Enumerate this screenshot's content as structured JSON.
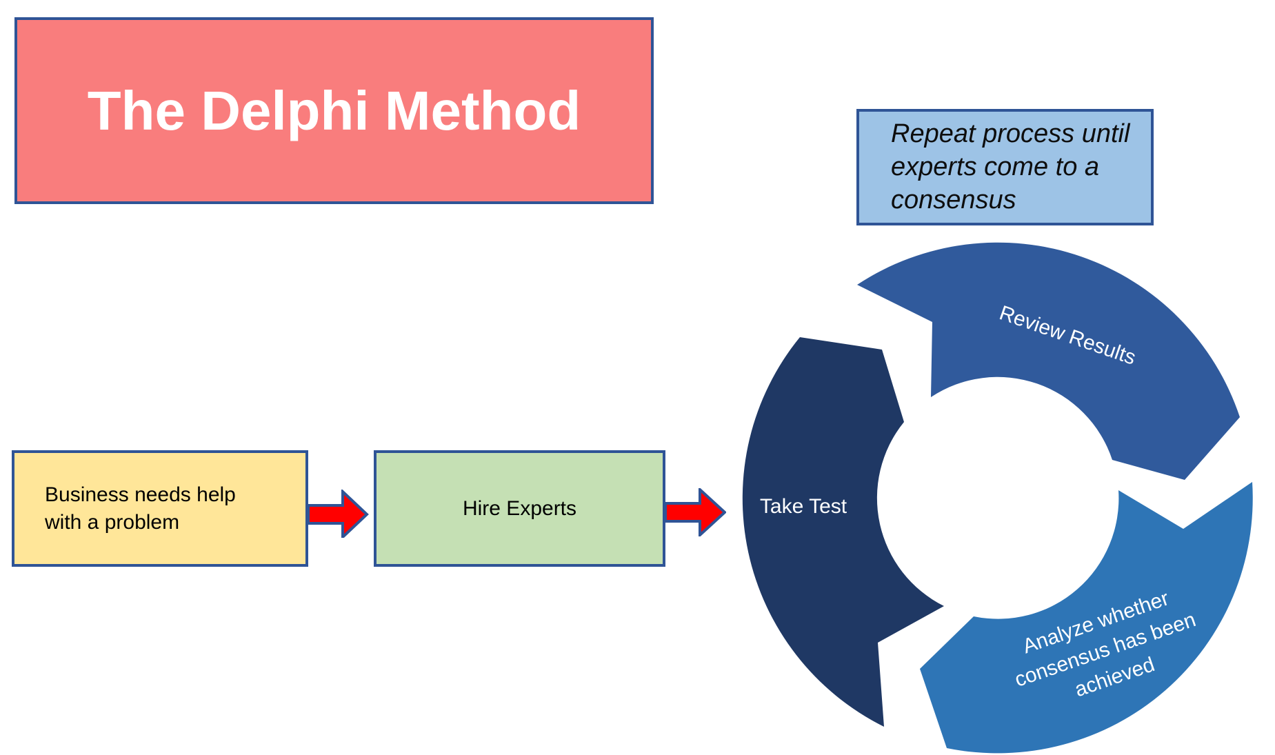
{
  "title_box": {
    "label": "The Delphi Method",
    "fill": "#F97D7D",
    "border_color": "#2F5496",
    "text_color": "#FFFFFF"
  },
  "note_box": {
    "label": "Repeat process until\nexperts come to a\nconsensus",
    "fill": "#9DC3E6",
    "border_color": "#2F5496",
    "text_color": "#0D0D0D",
    "style": "italic"
  },
  "process": {
    "step_business": {
      "label": "Business needs help\nwith a problem",
      "fill": "#FFE699",
      "border_color": "#2F5496"
    },
    "step_hire": {
      "label": "Hire Experts",
      "fill": "#C5E0B4",
      "border_color": "#2F5496"
    },
    "arrow": {
      "fill": "#FF0000",
      "border_color": "#2F5496"
    }
  },
  "cycle": {
    "direction": "clockwise",
    "text_color": "#FFFFFF",
    "segments": [
      {
        "id": "take-test",
        "label": "Take Test",
        "fill": "#1F3864"
      },
      {
        "id": "review-results",
        "label": "Review Results",
        "fill": "#305A9C"
      },
      {
        "id": "analyze",
        "label": "Analyze whether\nconsensus has been\nachieved",
        "fill": "#2E75B6"
      }
    ]
  }
}
